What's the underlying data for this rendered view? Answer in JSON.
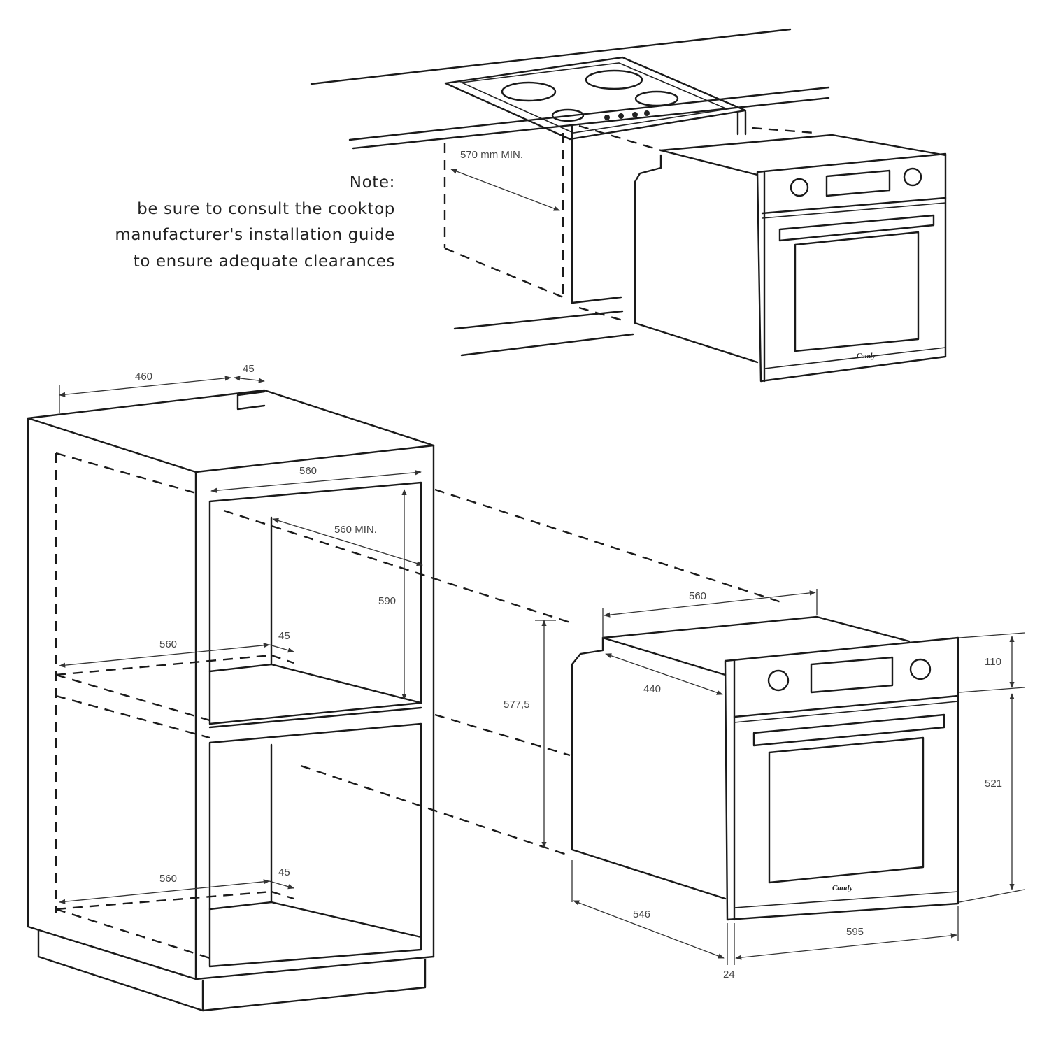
{
  "note": {
    "heading": "Note:",
    "lines": [
      "be sure to consult the cooktop",
      "manufacturer's installation guide",
      "to ensure adequate clearances"
    ]
  },
  "top_diagram": {
    "clearance_label": "570 mm MIN.",
    "brand_logo": "Candy"
  },
  "cabinet_dimensions": {
    "top_depth": "460",
    "top_gap": "45",
    "front_width": "560",
    "min_depth": "560 MIN.",
    "opening_height": "590",
    "shelf_depth_upper": "560",
    "shelf_gap_upper": "45",
    "shelf_depth_lower": "560",
    "shelf_gap_lower": "45"
  },
  "oven_dimensions": {
    "top_width": "560",
    "side_depth_upper": "440",
    "body_height": "577,5",
    "panel_height": "110",
    "door_height": "521",
    "overall_depth": "546",
    "front_width": "595",
    "frame_thickness": "24",
    "brand_logo": "Candy"
  }
}
